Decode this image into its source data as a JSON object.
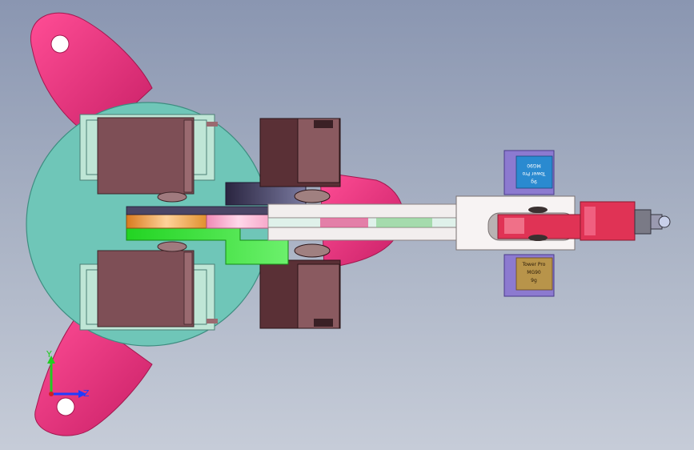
{
  "axes": {
    "y_label": "Y",
    "z_label": "Z",
    "colors": {
      "y": "#22cc22",
      "z": "#1e3cff",
      "x": "#d02020"
    }
  },
  "servo_labels": {
    "top": {
      "line1": "MG90",
      "line2": "Tower Pro",
      "line3": "9g"
    },
    "bottom": {
      "line1": "Tower Pro",
      "line2": "MG90",
      "line3": "9g"
    }
  },
  "colors": {
    "magenta_part": "#e6337c",
    "base_plate": "#6fc6b8",
    "servo_body": "#7e4f56",
    "servo_frame": "#bfe6d6",
    "arm_white": "#f2eeee",
    "green_part": "#2fdc2f",
    "orange_part": "#e8902e",
    "purple_part": "#8c7ad0",
    "red_gripper": "#e03355"
  }
}
